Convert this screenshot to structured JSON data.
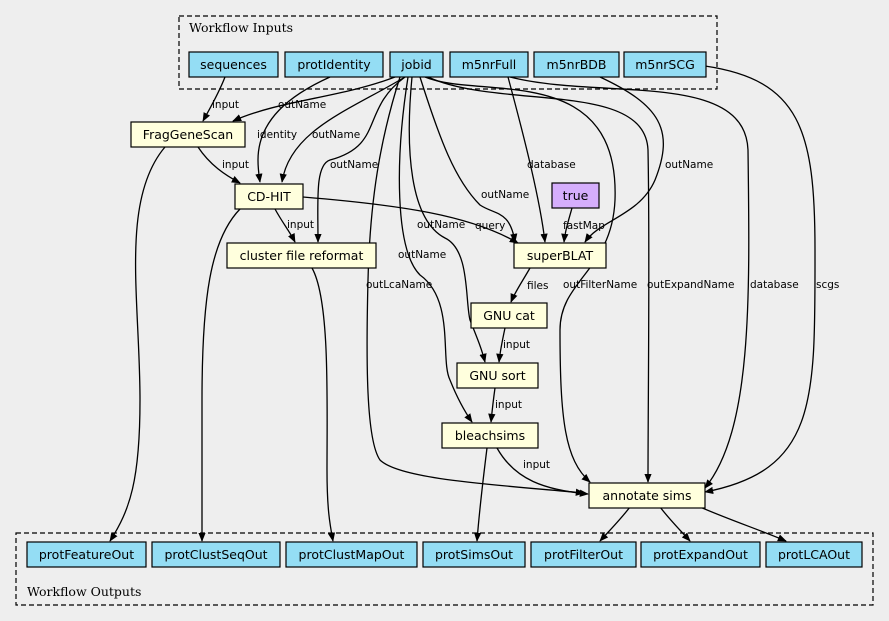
{
  "clusters": {
    "inputs_label": "Workflow Inputs",
    "outputs_label": "Workflow Outputs"
  },
  "colors": {
    "background": "#eeeeee",
    "io_node": "#94ddf4",
    "step_node": "#ffffdd",
    "constant_node": "#d5aefc"
  },
  "inputs": {
    "sequences": "sequences",
    "protIdentity": "protIdentity",
    "jobid": "jobid",
    "m5nrFull": "m5nrFull",
    "m5nrBDB": "m5nrBDB",
    "m5nrSCG": "m5nrSCG"
  },
  "steps": {
    "fraggenescan": "FragGeneScan",
    "cdhit": "CD-HIT",
    "cluster_reformat": "cluster file reformat",
    "true_const": "true",
    "superblat": "superBLAT",
    "gnu_cat": "GNU cat",
    "gnu_sort": "GNU sort",
    "bleachsims": "bleachsims",
    "annotate_sims": "annotate sims"
  },
  "outputs": {
    "protFeatureOut": "protFeatureOut",
    "protClustSeqOut": "protClustSeqOut",
    "protClustMapOut": "protClustMapOut",
    "protSimsOut": "protSimsOut",
    "protFilterOut": "protFilterOut",
    "protExpandOut": "protExpandOut",
    "protLCAOut": "protLCAOut"
  },
  "edge_labels": {
    "seq_fgs": "input",
    "jobid_fgs": "outName",
    "ident_cdhit": "identity",
    "jobid_cdhit": "outName",
    "fgs_cdhit": "input",
    "jobid_reformat": "outName",
    "cdhit_reformat": "input",
    "full_superblat": "database",
    "bdb_superblat": "outName",
    "jobid_superblat": "outName",
    "cdhit_superblat": "query",
    "true_superblat": "fastMap",
    "superblat_cat": "files",
    "jobid_cat": "outName",
    "jobid_sort": "outName",
    "cat_sort": "input",
    "sort_bleach": "input",
    "jobid_annot_lca": "outLcaName",
    "jobid_annot_filter": "outFilterName",
    "jobid_annot_expand": "outExpandName",
    "full_annot": "database",
    "scg_annot": "scgs",
    "bleach_annot": "input"
  }
}
